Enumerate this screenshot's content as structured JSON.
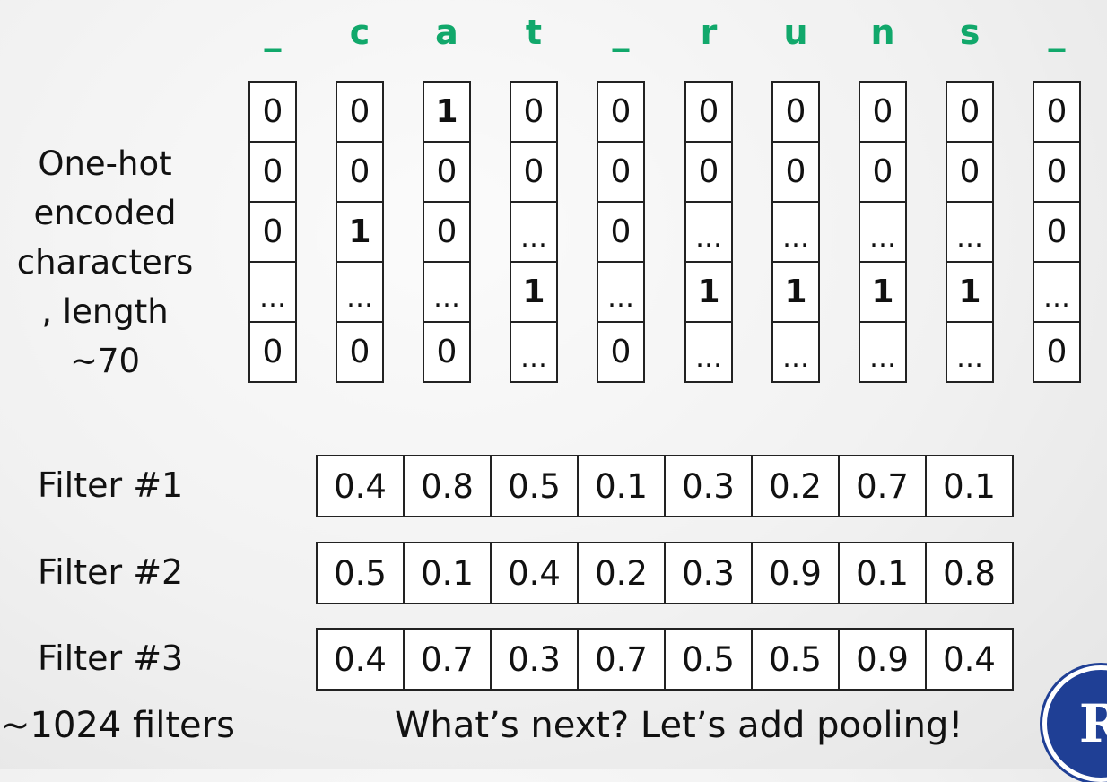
{
  "header_chars": [
    "_",
    "c",
    "a",
    "t",
    "_",
    "r",
    "u",
    "n",
    "s",
    "_"
  ],
  "side_label_lines": [
    "One-hot",
    "encoded",
    "characters",
    ", length",
    "~70"
  ],
  "matrix": [
    [
      "0",
      "0",
      "0",
      "…",
      "0"
    ],
    [
      "0",
      "0",
      "1",
      "…",
      "0"
    ],
    [
      "1",
      "0",
      "0",
      "…",
      "0"
    ],
    [
      "0",
      "0",
      "…",
      "1",
      "…"
    ],
    [
      "0",
      "0",
      "0",
      "…",
      "0"
    ],
    [
      "0",
      "0",
      "…",
      "1",
      "…"
    ],
    [
      "0",
      "0",
      "…",
      "1",
      "…"
    ],
    [
      "0",
      "0",
      "…",
      "1",
      "…"
    ],
    [
      "0",
      "0",
      "…",
      "1",
      "…"
    ],
    [
      "0",
      "0",
      "0",
      "…",
      "0"
    ]
  ],
  "filters": [
    {
      "label": "Filter #1",
      "values": [
        "0.4",
        "0.8",
        "0.5",
        "0.1",
        "0.3",
        "0.2",
        "0.7",
        "0.1"
      ]
    },
    {
      "label": "Filter #2",
      "values": [
        "0.5",
        "0.1",
        "0.4",
        "0.2",
        "0.3",
        "0.9",
        "0.1",
        "0.8"
      ]
    },
    {
      "label": "Filter #3",
      "values": [
        "0.4",
        "0.7",
        "0.3",
        "0.7",
        "0.5",
        "0.5",
        "0.9",
        "0.4"
      ]
    }
  ],
  "filter_count_label": "~1024 filters",
  "caption": "What’s next? Let’s add pooling!",
  "logo": {
    "name": "university-logo-icon",
    "color": "#1f3f95"
  }
}
